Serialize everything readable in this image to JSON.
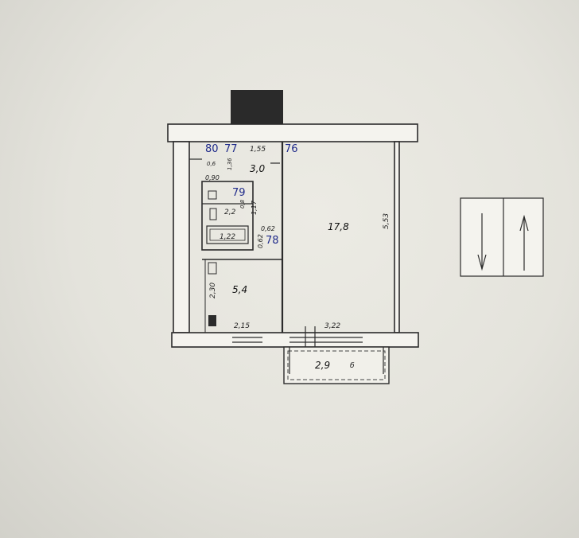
{
  "rooms": {
    "corridor": {
      "area": "3,0",
      "num": "77"
    },
    "living": {
      "area": "17,8",
      "num": "76"
    },
    "toilet": {
      "area": "",
      "num": "79"
    },
    "bath": {
      "area": "2,2",
      "num": "78"
    },
    "kitchen": {
      "area": "5,4",
      "num": ""
    },
    "balcony": {
      "area": "2,9",
      "letter": "б"
    },
    "entry": {
      "num": "80"
    }
  },
  "dims": {
    "top": "1,55",
    "living_height": "5,53",
    "kitchen_height": "2,30",
    "kitchen_width": "2,15",
    "living_width": "3,22",
    "bath_width": "1,22",
    "entry_a": "0,6",
    "entry_b": "0,90",
    "corr_h": "1,36",
    "bath_h": "1,17",
    "toilet_w": "0,8",
    "door_a": "0,62",
    "door_b": "0,62"
  },
  "compass_arrows": [
    "down-arrow",
    "up-arrow"
  ]
}
